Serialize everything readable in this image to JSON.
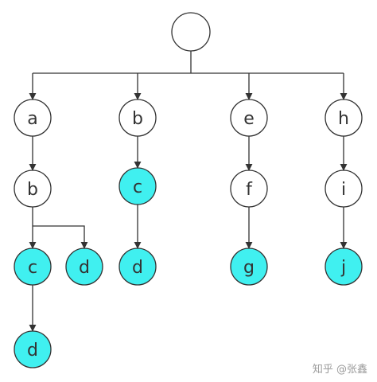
{
  "colors": {
    "highlight": "#40f0f0",
    "plain": "#ffffff",
    "stroke": "#333333",
    "edge": "#333333"
  },
  "nodes": [
    {
      "id": "root",
      "label": "",
      "highlight": false
    },
    {
      "id": "a",
      "label": "a",
      "highlight": false
    },
    {
      "id": "b1",
      "label": "b",
      "highlight": false
    },
    {
      "id": "c1",
      "label": "c",
      "highlight": true
    },
    {
      "id": "d1",
      "label": "d",
      "highlight": true
    },
    {
      "id": "d_side",
      "label": "d",
      "highlight": true
    },
    {
      "id": "b2",
      "label": "b",
      "highlight": false
    },
    {
      "id": "c2",
      "label": "c",
      "highlight": true
    },
    {
      "id": "d2",
      "label": "d",
      "highlight": true
    },
    {
      "id": "e",
      "label": "e",
      "highlight": false
    },
    {
      "id": "f",
      "label": "f",
      "highlight": false
    },
    {
      "id": "g",
      "label": "g",
      "highlight": true
    },
    {
      "id": "h",
      "label": "h",
      "highlight": false
    },
    {
      "id": "i",
      "label": "i",
      "highlight": false
    },
    {
      "id": "j",
      "label": "j",
      "highlight": true
    }
  ],
  "edges": [
    [
      "root",
      "a"
    ],
    [
      "root",
      "b2"
    ],
    [
      "root",
      "e"
    ],
    [
      "root",
      "h"
    ],
    [
      "a",
      "b1"
    ],
    [
      "b1",
      "c1"
    ],
    [
      "b1",
      "d_side"
    ],
    [
      "c1",
      "d1"
    ],
    [
      "b2",
      "c2"
    ],
    [
      "c2",
      "d2"
    ],
    [
      "e",
      "f"
    ],
    [
      "f",
      "g"
    ],
    [
      "h",
      "i"
    ],
    [
      "i",
      "j"
    ]
  ],
  "watermark": "知乎 @张鑫"
}
